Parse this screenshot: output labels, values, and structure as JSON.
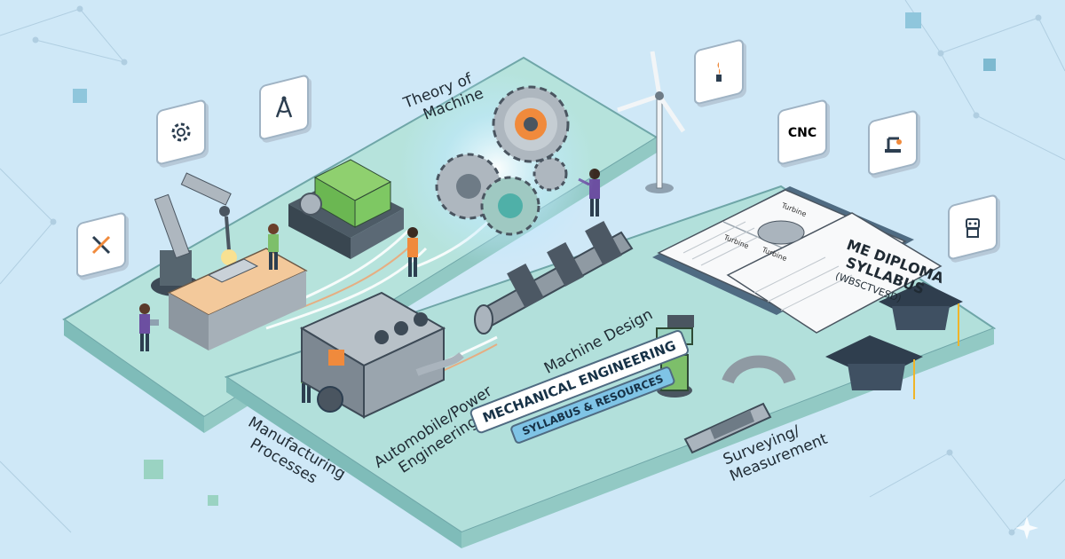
{
  "labels": {
    "theory_line1": "Theory of",
    "theory_line2": "Machine",
    "manufacturing_line1": "Manufacturing",
    "manufacturing_line2": "Processes",
    "automobile_line1": "Automobile/Power",
    "automobile_line2": "Engineering",
    "machine_design": "Machine Design",
    "surveying_line1": "Surveying/",
    "surveying_line2": "Measurement"
  },
  "banner": {
    "title": "MECHANICAL ENGINEERING",
    "subtitle": "SYLLABUS & RESOURCES"
  },
  "book": {
    "title_line1": "ME DIPLOMA",
    "title_line2": "SYLLABUS",
    "subtitle": "(WBSCTVESD)",
    "turbine_label": "Turbine"
  },
  "tiles": {
    "cnc_text": "CNC"
  },
  "icons": [
    "gear-icon",
    "compass-icon",
    "wrench-screwdriver-icon",
    "cnc-icon",
    "robot-arm-icon",
    "robot-icon",
    "torch-icon",
    "graduation-cap-icon"
  ],
  "colors": {
    "background": "#cfe8f7",
    "platform": "#a9dcd6",
    "accent_orange": "#f08a3c",
    "accent_teal": "#4fb0a8",
    "accent_green": "#7dbf6a"
  }
}
